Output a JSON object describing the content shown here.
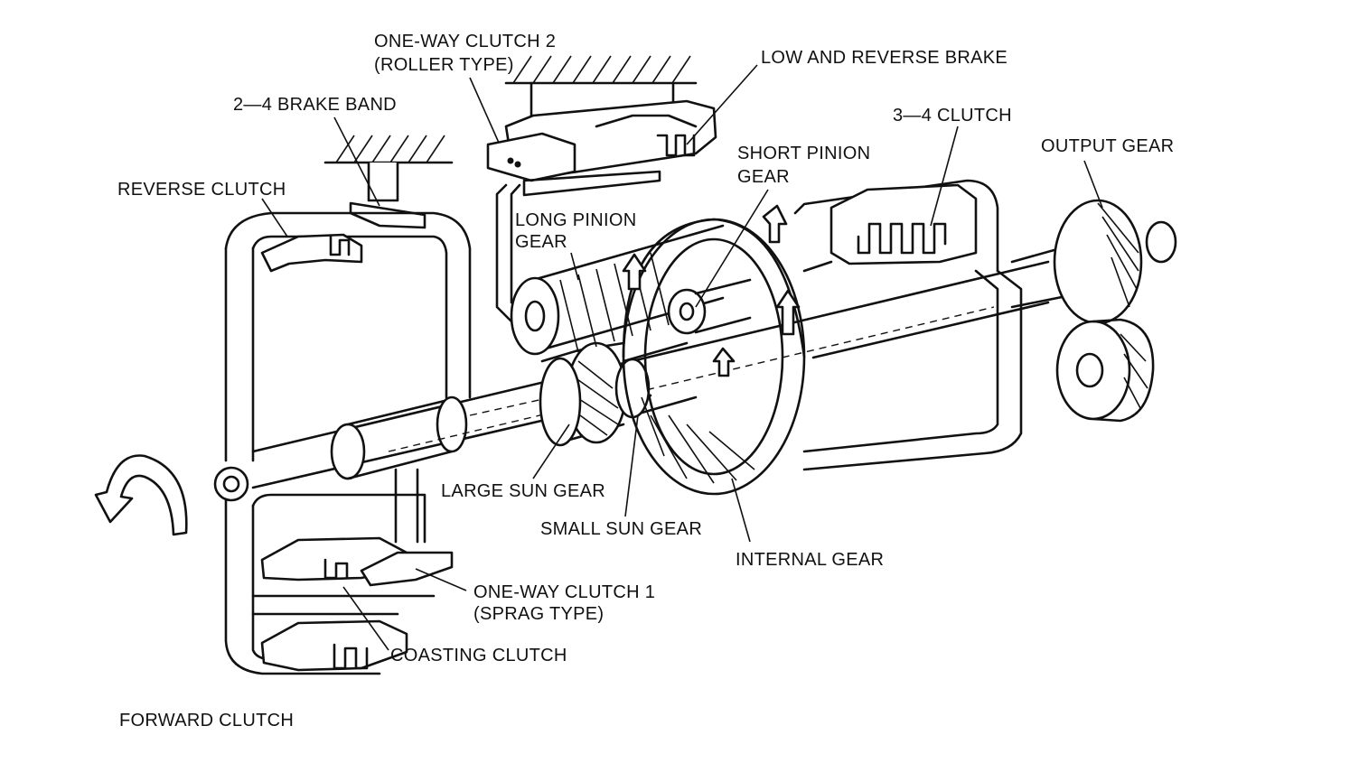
{
  "labels": {
    "one_way_clutch_2": "ONE-WAY CLUTCH 2",
    "roller_type": "(ROLLER TYPE)",
    "low_reverse_brake": "LOW AND REVERSE BRAKE",
    "brake_band_2_4": "2—4 BRAKE BAND",
    "clutch_3_4": "3—4 CLUTCH",
    "short_pinion_1": "SHORT PINION",
    "short_pinion_2": "GEAR",
    "output_gear": "OUTPUT GEAR",
    "reverse_clutch": "REVERSE CLUTCH",
    "long_pinion_1": "LONG PINION",
    "long_pinion_2": "GEAR",
    "large_sun_gear": "LARGE SUN GEAR",
    "small_sun_gear": "SMALL SUN GEAR",
    "internal_gear": "INTERNAL GEAR",
    "one_way_clutch_1": "ONE-WAY CLUTCH 1",
    "sprag_type": "(SPRAG TYPE)",
    "coasting_clutch": "COASTING CLUTCH",
    "forward_clutch": "FORWARD CLUTCH"
  },
  "icons": {
    "rotation_arrow": "curved-rotation-arrow-icon",
    "ground_hatch": "ground-hatching-icon"
  }
}
